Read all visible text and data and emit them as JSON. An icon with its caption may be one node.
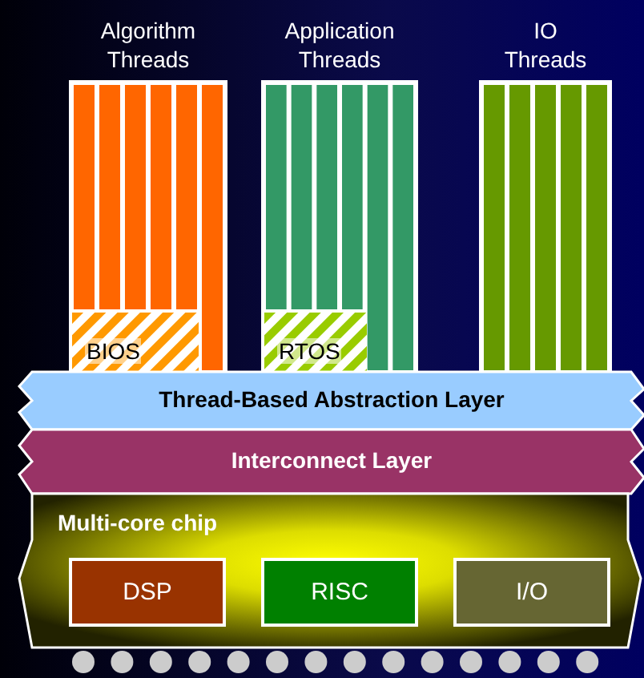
{
  "diagram": {
    "nodes": [
      {
        "text": [
          "Algorithm Threads"
        ]
      },
      {
        "text": [
          "BIOS"
        ],
        "in": 0
      },
      {
        "text": [
          "Application Threads"
        ]
      },
      {
        "text": [
          "RTOS"
        ],
        "in": 2
      },
      {
        "text": [
          "IO Threads"
        ]
      },
      {
        "text": [
          "Thread-Based Abstraction Layer"
        ]
      },
      {
        "text": [
          "Interconnect Layer"
        ]
      },
      {
        "text": [
          "Multi-core chip"
        ]
      },
      {
        "text": [
          "DSP"
        ],
        "in": 7
      },
      {
        "text": [
          "RISC"
        ],
        "in": 7
      },
      {
        "text": [
          "I/O"
        ],
        "in": 7
      }
    ],
    "edges": []
  }
}
